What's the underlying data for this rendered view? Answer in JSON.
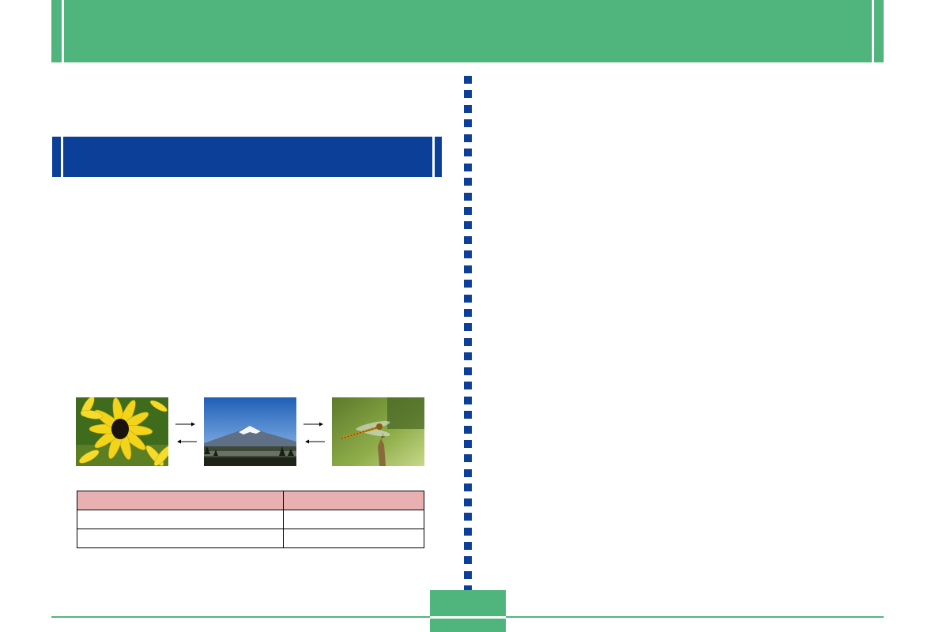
{
  "header": {
    "title": "",
    "background_color": "#4fb57d"
  },
  "section": {
    "title": "",
    "background_color": "#0c4098"
  },
  "photos": [
    {
      "name": "flower-photo"
    },
    {
      "name": "mountain-photo"
    },
    {
      "name": "dragonfly-photo"
    }
  ],
  "table": {
    "header_color": "#e8b0b0",
    "rows": [
      [
        "",
        ""
      ],
      [
        "",
        ""
      ],
      [
        "",
        ""
      ]
    ]
  },
  "divider": {
    "color": "#0c4098"
  },
  "footer": {
    "page_number": "",
    "color": "#4fb57d"
  }
}
